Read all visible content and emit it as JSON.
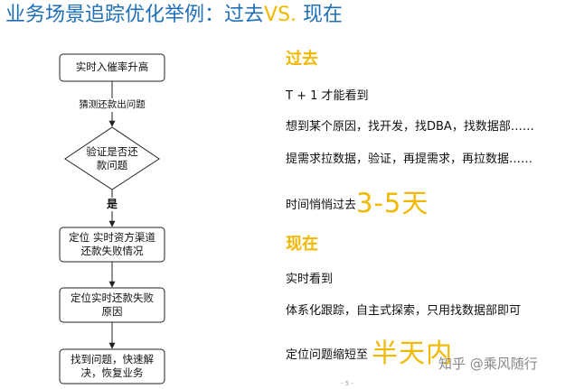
{
  "title": {
    "main": "业务场景追踪优化举例：过去",
    "vs": "VS.",
    "tail": " 现在"
  },
  "flowchart": {
    "step1": "实时入催率升高",
    "edge1": "猜测还款出问题",
    "decision": "验证是否还\n款问题",
    "edge_yes": "是",
    "step2": "定位 实时资方渠道\n还款失败情况",
    "step3": "定位实时还款失败\n原因",
    "step4": "找到问题，快速解\n决，恢复业务"
  },
  "past": {
    "heading": "过去",
    "line1": "T + 1 才能看到",
    "line2": "想到某个原因，找开发，找DBA，找数据部……",
    "line3": "提需求拉数据，验证，再提需求，再拉数据……",
    "line4_prefix": "时间悄悄过去",
    "line4_big": "3-5天"
  },
  "now": {
    "heading": "现在",
    "line1": "实时看到",
    "line2": "体系化跟踪，自主式探索，只用找数据部即可",
    "line3_prefix": "定位问题缩短至 ",
    "line3_big": "半天内"
  },
  "footer": {
    "page": "- 5 -",
    "watermark": "知乎 @乘风随行"
  }
}
